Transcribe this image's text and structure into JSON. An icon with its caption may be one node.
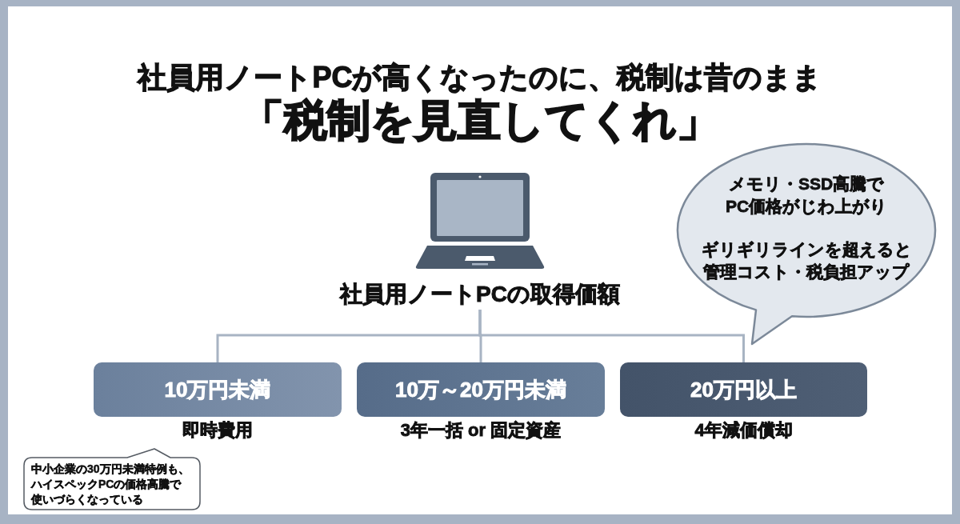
{
  "diagram": {
    "title": "社員用ノートPCが高くなったのに、税制は昔のまま",
    "nodes": [
      {
        "text": [
          "社員用ノートPCの取得価額"
        ]
      },
      {
        "text": [
          "10万円未満"
        ],
        "beside": [
          "即時費用"
        ]
      },
      {
        "text": [
          "10万～20万円未満"
        ],
        "beside": [
          "3年一括 or 固定資産"
        ]
      },
      {
        "text": [
          "20万円以上"
        ],
        "beside": [
          "4年減価償却"
        ]
      },
      {
        "text": [
          "メモリ・SSD高騰でPC価格がじわ上がり",
          "ギリギリラインを超えると管理コスト・税負担アップ"
        ]
      },
      {
        "text": [
          "中小企業の30万円未満特例も、ハイスペックPCの価格高騰で使いづらくなっている"
        ]
      }
    ],
    "edges": [
      {
        "from": 0,
        "to": 1,
        "arrow": "none"
      },
      {
        "from": 0,
        "to": 2,
        "arrow": "none"
      },
      {
        "from": 0,
        "to": 3,
        "arrow": "none"
      }
    ],
    "labels": [
      "「税制を見直してくれ」"
    ]
  }
}
